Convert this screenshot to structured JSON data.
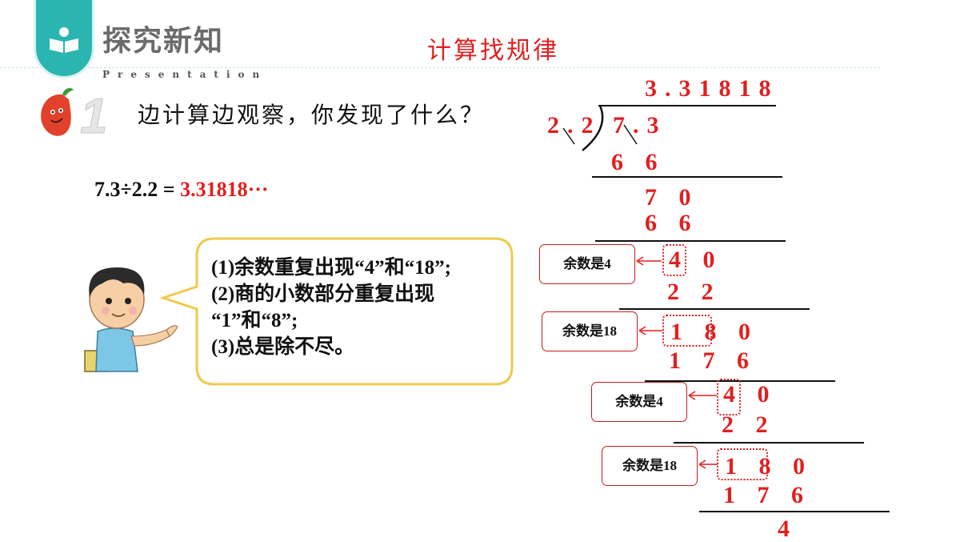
{
  "header": {
    "section_title": "探究新知",
    "subtitle": "Presentation",
    "topic": "计算找规律",
    "badge_icon": "book-reader-icon",
    "accent_color": "#2bb5b0"
  },
  "question": {
    "number": "1",
    "text": "边计算边观察，你发现了什么？"
  },
  "equation": {
    "lhs": "7.3÷2.2 =",
    "result": "3.31818···"
  },
  "bubble": {
    "lines": [
      "(1)余数重复出现“4”和“18”;",
      "(2)商的小数部分重复出现",
      "“1”和“8”;",
      "(3)总是除不尽。"
    ]
  },
  "division": {
    "quotient": "3.31818",
    "divisor": "2.2",
    "dividend": "7.3",
    "rows": [
      "6 6",
      "7 0",
      "6 6",
      "4 0",
      "2 2",
      "1 8 0",
      "1 7 6",
      "4 0",
      "2 2",
      "1 8 0",
      "1 7 6",
      "4"
    ],
    "notes": [
      "余数是4",
      "余数是18",
      "余数是4",
      "余数是18"
    ]
  },
  "colors": {
    "red": "#e11f1f",
    "text": "#111111"
  }
}
